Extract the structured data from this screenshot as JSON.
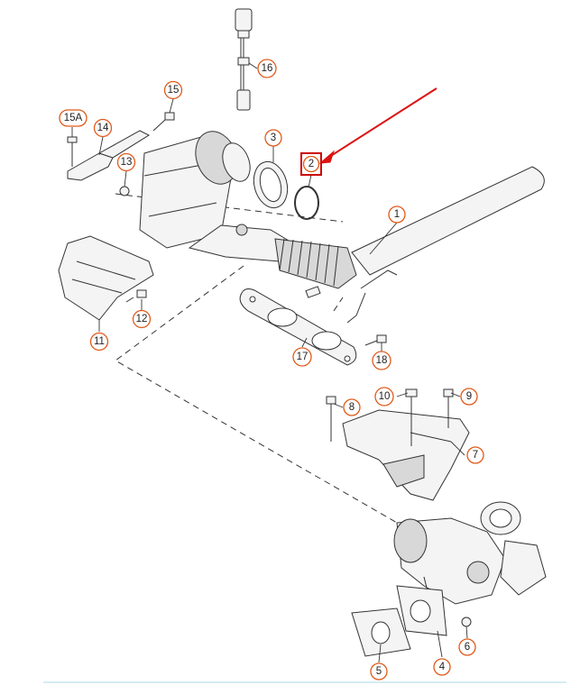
{
  "diagram": {
    "callouts": [
      {
        "id": "1",
        "label": "1"
      },
      {
        "id": "2",
        "label": "2"
      },
      {
        "id": "3",
        "label": "3"
      },
      {
        "id": "4",
        "label": "4"
      },
      {
        "id": "5",
        "label": "5"
      },
      {
        "id": "6",
        "label": "6"
      },
      {
        "id": "7",
        "label": "7"
      },
      {
        "id": "8",
        "label": "8"
      },
      {
        "id": "9",
        "label": "9"
      },
      {
        "id": "10",
        "label": "10"
      },
      {
        "id": "11",
        "label": "11"
      },
      {
        "id": "12",
        "label": "12"
      },
      {
        "id": "13",
        "label": "13"
      },
      {
        "id": "14",
        "label": "14"
      },
      {
        "id": "15",
        "label": "15"
      },
      {
        "id": "15A",
        "label": "15A"
      },
      {
        "id": "16",
        "label": "16"
      },
      {
        "id": "17",
        "label": "17"
      },
      {
        "id": "18",
        "label": "18"
      }
    ],
    "highlighted_callout": "2",
    "colors": {
      "callout_border": "#e05a1a",
      "highlight_box": "#cc0000",
      "arrow": "#dd1111",
      "line": "#333333"
    }
  }
}
